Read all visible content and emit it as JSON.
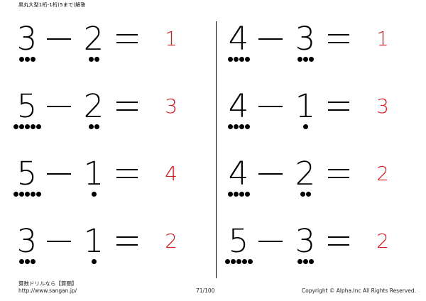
{
  "header": {
    "title": "黒丸大型1桁-1桁(5まで)解答"
  },
  "columns": [
    {
      "problems": [
        {
          "a": "3",
          "b": "2",
          "minus": "－",
          "equals": "＝",
          "answer": "1",
          "a_dots": 3,
          "b_dots": 2
        },
        {
          "a": "5",
          "b": "2",
          "minus": "－",
          "equals": "＝",
          "answer": "3",
          "a_dots": 5,
          "b_dots": 2
        },
        {
          "a": "5",
          "b": "1",
          "minus": "－",
          "equals": "＝",
          "answer": "4",
          "a_dots": 5,
          "b_dots": 1
        },
        {
          "a": "3",
          "b": "1",
          "minus": "－",
          "equals": "＝",
          "answer": "2",
          "a_dots": 3,
          "b_dots": 1
        }
      ]
    },
    {
      "problems": [
        {
          "a": "4",
          "b": "3",
          "minus": "－",
          "equals": "＝",
          "answer": "1",
          "a_dots": 4,
          "b_dots": 3
        },
        {
          "a": "4",
          "b": "1",
          "minus": "－",
          "equals": "＝",
          "answer": "3",
          "a_dots": 4,
          "b_dots": 1
        },
        {
          "a": "4",
          "b": "2",
          "minus": "－",
          "equals": "＝",
          "answer": "2",
          "a_dots": 4,
          "b_dots": 2
        },
        {
          "a": "5",
          "b": "3",
          "minus": "－",
          "equals": "＝",
          "answer": "2",
          "a_dots": 5,
          "b_dots": 3
        }
      ]
    }
  ],
  "footer": {
    "site_name": "算数ドリルなら【算願】",
    "url": "http://www.sangan.jp/",
    "page": "71/100",
    "copyright": "Copyright © Alpha.Inc All Rights Reserved."
  },
  "colors": {
    "answer": "#d71920",
    "text": "#000000"
  }
}
